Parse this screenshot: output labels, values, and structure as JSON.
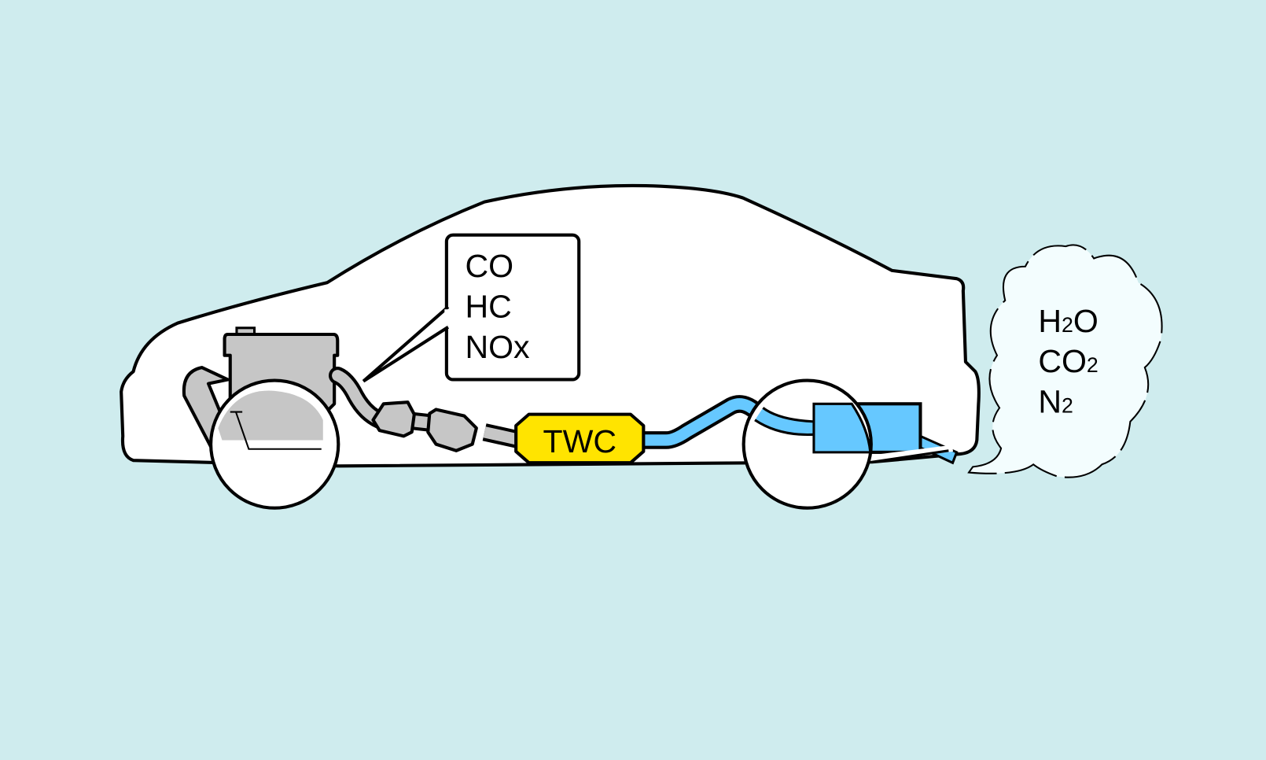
{
  "colors": {
    "background": "#cfecee",
    "car_body": "#ffffff",
    "engine": "#c6c6c6",
    "twc": "#ffe400",
    "clean_exhaust": "#66c8ff",
    "cloud": "#f3fdfe"
  },
  "callout": {
    "lines": [
      "CO",
      "HC",
      "NOx"
    ]
  },
  "twc_label": "TWC",
  "cloud": {
    "lines": [
      {
        "pre": "H",
        "sub": "2",
        "post": "O"
      },
      {
        "pre": "CO",
        "sub": "2",
        "post": ""
      },
      {
        "pre": "N",
        "sub": "2",
        "post": ""
      }
    ]
  }
}
